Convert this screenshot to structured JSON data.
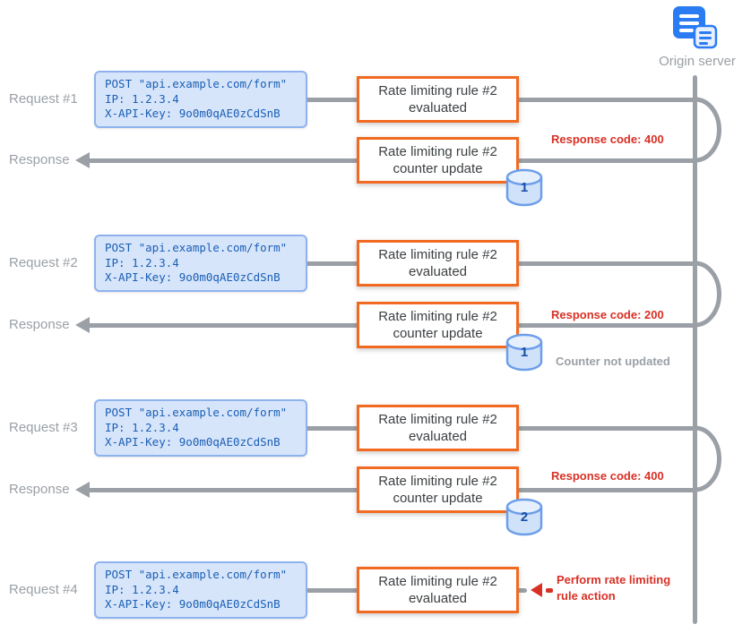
{
  "origin_label": "Origin server",
  "request_card": {
    "line1": "POST \"api.example.com/form\"",
    "line2": "IP: 1.2.3.4",
    "line3": "X-API-Key: 9o0m0qAE0zCdSnB"
  },
  "labels": {
    "request1": "Request #1",
    "request2": "Request #2",
    "request3": "Request #3",
    "request4": "Request #4",
    "response": "Response"
  },
  "rule_eval": {
    "line1": "Rate limiting rule #2",
    "line2": "evaluated"
  },
  "rule_counter": {
    "line1": "Rate limiting rule #2",
    "line2": "counter update"
  },
  "counters": {
    "c1": "1",
    "c2": "1",
    "c3": "2"
  },
  "annotations": {
    "response1_code": "Response code: 400",
    "response2_code": "Response code: 200",
    "response2_note": "Counter not updated",
    "response3_code": "Response code: 400",
    "action_line1": "Perform rate limiting",
    "action_line2": "rule action"
  },
  "colors": {
    "rule_box_border": "#f26a21",
    "request_card_fill": "#d7e5fb",
    "request_card_border": "#8fb2ee",
    "request_card_text": "#1a5fb4",
    "annotation_red": "#d93025",
    "line_gray": "#9aa0a6",
    "origin_icon_blue": "#2b7bf3"
  }
}
